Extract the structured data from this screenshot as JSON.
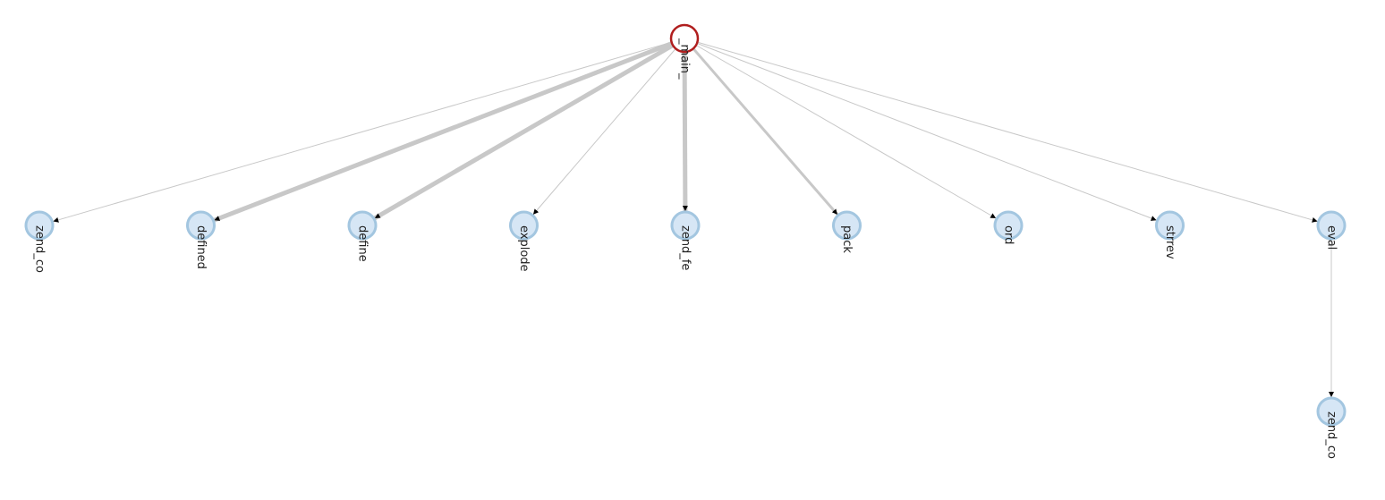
{
  "colors": {
    "edge": "#c8c8c8",
    "node_fill": "#d6e6f5",
    "node_stroke": "#a3c6e0",
    "root_stroke": "#b01e1e",
    "arrow": "#000000",
    "label": "#222222"
  },
  "root": {
    "id": "main",
    "label": "_main_"
  },
  "children": [
    {
      "id": "zend_co_1",
      "label": "zend_co",
      "weight": 1
    },
    {
      "id": "defined",
      "label": "defined",
      "weight": 5
    },
    {
      "id": "define",
      "label": "define",
      "weight": 5
    },
    {
      "id": "explode",
      "label": "explode",
      "weight": 1
    },
    {
      "id": "zend_fe",
      "label": "zend_fe",
      "weight": 5
    },
    {
      "id": "pack",
      "label": "pack",
      "weight": 3
    },
    {
      "id": "ord",
      "label": "ord",
      "weight": 1
    },
    {
      "id": "strrev",
      "label": "strrev",
      "weight": 1
    },
    {
      "id": "eval",
      "label": "eval",
      "weight": 1
    }
  ],
  "grandchildren": [
    {
      "id": "zend_co_2",
      "label": "zend_co",
      "parent": "eval",
      "weight": 1
    }
  ]
}
